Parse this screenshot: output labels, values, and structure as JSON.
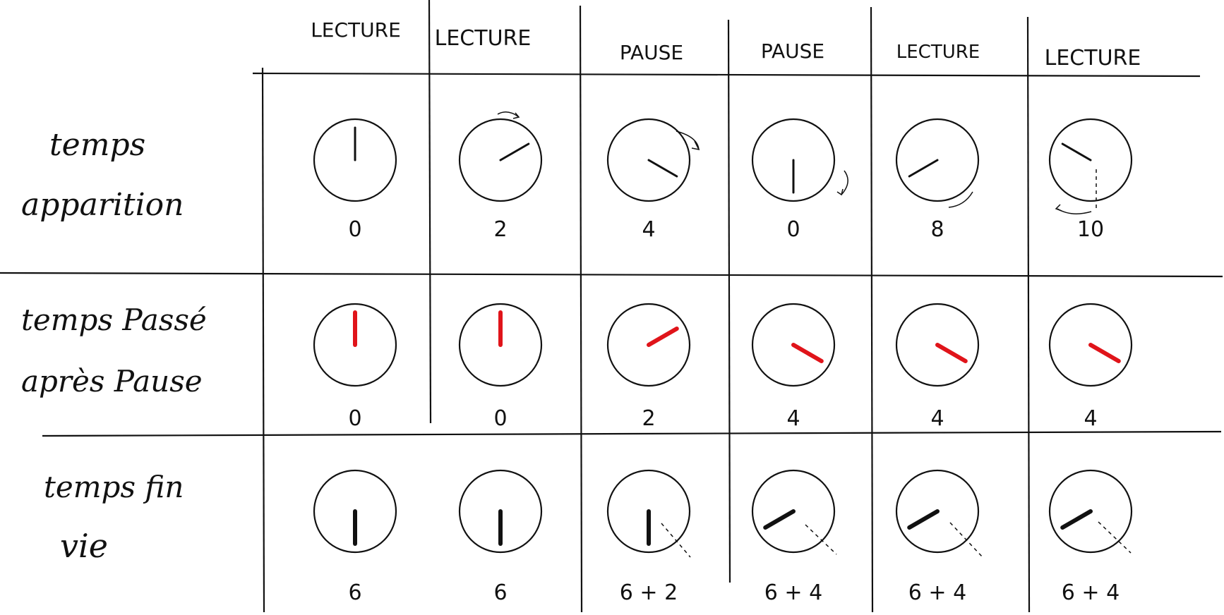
{
  "columns": [
    {
      "header": "LECTURE"
    },
    {
      "header": "LECTURE"
    },
    {
      "header": "PAUSE"
    },
    {
      "header": "PAUSE"
    },
    {
      "header": "LECTURE"
    },
    {
      "header": "LECTURE"
    }
  ],
  "rows": [
    {
      "label_line1": "temps",
      "label_line2": "apparition",
      "hand_color": "#111111",
      "cells": [
        {
          "value": "0",
          "hand_minutes": 0
        },
        {
          "value": "2",
          "hand_minutes": 2
        },
        {
          "value": "4",
          "hand_minutes": 4
        },
        {
          "value": "0",
          "hand_minutes": 6
        },
        {
          "value": "8",
          "hand_minutes": 8
        },
        {
          "value": "10",
          "hand_minutes": 10
        }
      ]
    },
    {
      "label_line1": "temps Passé",
      "label_line2": "après Pause",
      "hand_color": "#e0141a",
      "cells": [
        {
          "value": "0",
          "hand_minutes": 0
        },
        {
          "value": "0",
          "hand_minutes": 0
        },
        {
          "value": "2",
          "hand_minutes": 2
        },
        {
          "value": "4",
          "hand_minutes": 4
        },
        {
          "value": "4",
          "hand_minutes": 4
        },
        {
          "value": "4",
          "hand_minutes": 4
        }
      ]
    },
    {
      "label_line1": "temps fin",
      "label_line2": "vie",
      "hand_color": "#111111",
      "cells": [
        {
          "value": "6",
          "hand_minutes": 6
        },
        {
          "value": "6",
          "hand_minutes": 6
        },
        {
          "value": "6 + 2",
          "hand_minutes": 6
        },
        {
          "value": "6 + 4",
          "hand_minutes": 8
        },
        {
          "value": "6 + 4",
          "hand_minutes": 8
        },
        {
          "value": "6 + 4",
          "hand_minutes": 8
        }
      ]
    }
  ]
}
